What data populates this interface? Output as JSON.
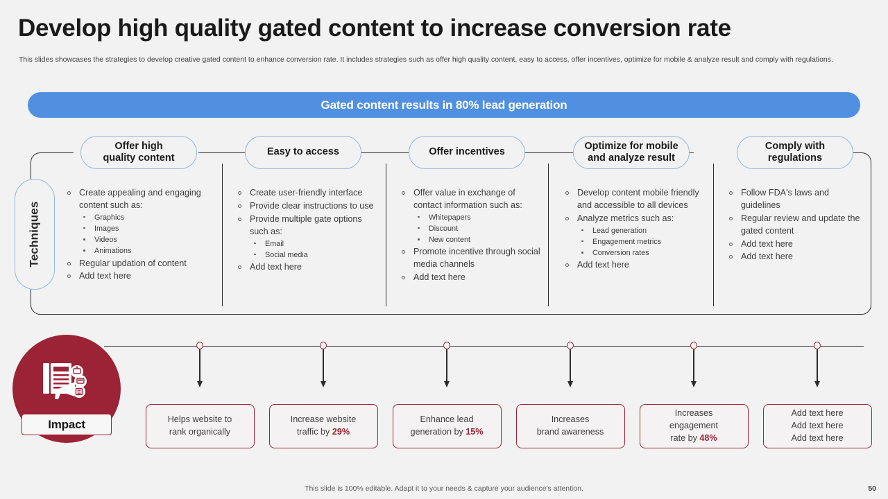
{
  "header": {
    "title": "Develop high quality gated content to increase conversion rate",
    "subtitle": "This slides showcases the strategies to develop creative gated content to enhance conversion rate. It includes strategies such as offer high quality content, easy to access, offer incentives, optimize for mobile & analyze result and comply with regulations."
  },
  "banner": {
    "text": "Gated content results in 80% lead generation"
  },
  "techniques_label": "Techniques",
  "colors": {
    "banner_blue": "#5190e0",
    "pill_border_blue": "#93b7e0",
    "accent_maroon": "#9b2335",
    "background": "#f2f2f2",
    "line_dark": "#2b2b2b"
  },
  "columns": [
    {
      "pill": "Offer high\nquality content",
      "items": [
        {
          "text": "Create appealing and engaging content such as:",
          "sub": [
            "Graphics",
            "Images",
            "Videos",
            "Animations"
          ]
        },
        {
          "text": "Regular updation of content",
          "sub": []
        },
        {
          "text": "Add text here",
          "sub": []
        }
      ]
    },
    {
      "pill": "Easy to access",
      "items": [
        {
          "text": "Create user-friendly interface",
          "sub": []
        },
        {
          "text": "Provide clear instructions to use",
          "sub": []
        },
        {
          "text": "Provide multiple gate options such as:",
          "sub": [
            "Email",
            "Social media"
          ]
        },
        {
          "text": "Add text here",
          "sub": []
        }
      ]
    },
    {
      "pill": "Offer incentives",
      "items": [
        {
          "text": "Offer value in exchange of contact information such as:",
          "sub": [
            "Whitepapers",
            "Discount",
            "New content"
          ]
        },
        {
          "text": "Promote incentive through social media channels",
          "sub": []
        },
        {
          "text": "Add text here",
          "sub": []
        }
      ]
    },
    {
      "pill": "Optimize for mobile\nand analyze result",
      "items": [
        {
          "text": "Develop content mobile friendly and accessible to all devices",
          "sub": []
        },
        {
          "text": "Analyze metrics such as:",
          "sub": [
            "Lead generation",
            "Engagement metrics",
            "Conversion rates"
          ]
        },
        {
          "text": "Add text here",
          "sub": []
        }
      ]
    },
    {
      "pill": "Comply with\nregulations",
      "items": [
        {
          "text": "Follow FDA's laws and guidelines",
          "sub": []
        },
        {
          "text": "Regular review and update the gated content",
          "sub": []
        },
        {
          "text": "Add text here",
          "sub": []
        },
        {
          "text": "Add text here",
          "sub": []
        }
      ]
    }
  ],
  "impact": {
    "label": "Impact",
    "icon": "content-marketing-megaphone-icon",
    "boxes": [
      {
        "lines": [
          {
            "text": "Helps website to"
          },
          {
            "text": "rank organically"
          }
        ]
      },
      {
        "lines": [
          {
            "text": "Increase website"
          },
          {
            "text": "traffic by "
          },
          {
            "text": "29%",
            "highlight": true,
            "inline": true
          }
        ]
      },
      {
        "lines": [
          {
            "text": "Enhance lead"
          },
          {
            "text": "generation by "
          },
          {
            "text": "15%",
            "highlight": true,
            "inline": true
          }
        ]
      },
      {
        "lines": [
          {
            "text": "Increases"
          },
          {
            "text": "brand awareness"
          }
        ]
      },
      {
        "lines": [
          {
            "text": "Increases"
          },
          {
            "text": "engagement"
          },
          {
            "text": "rate by "
          },
          {
            "text": "48%",
            "highlight": true,
            "inline": true
          }
        ]
      },
      {
        "lines": [
          {
            "text": "Add text here"
          },
          {
            "text": "Add text here"
          },
          {
            "text": "Add text here"
          }
        ]
      }
    ]
  },
  "footer": {
    "note": "This slide is 100% editable. Adapt it to your needs & capture your audience's attention.",
    "page_number": "50"
  }
}
